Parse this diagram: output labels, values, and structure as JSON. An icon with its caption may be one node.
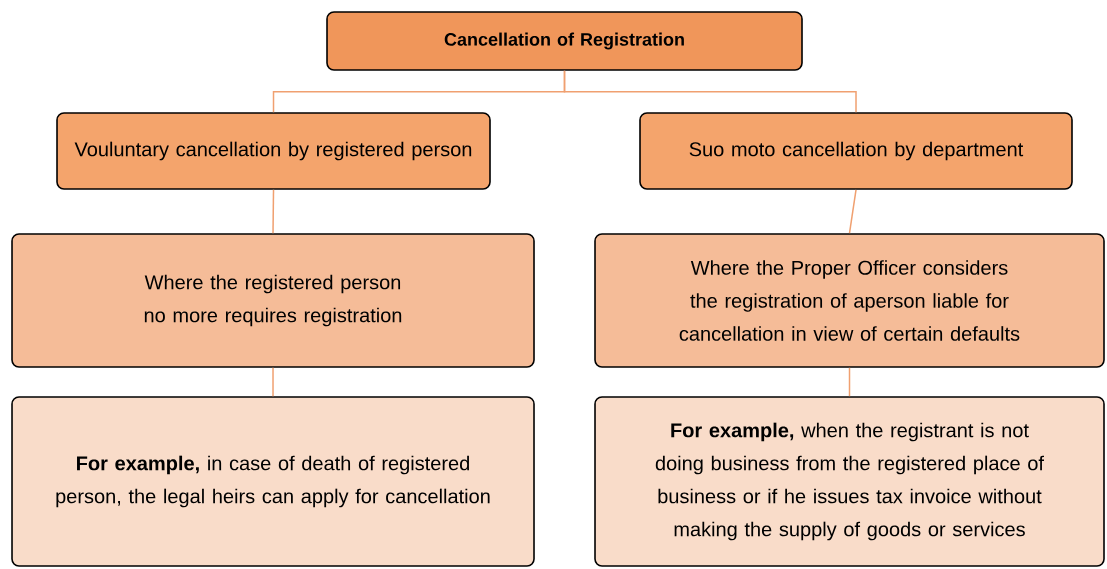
{
  "diagram": {
    "nodes": [
      {
        "text": [
          "Cancellation of Registration"
        ]
      },
      {
        "text": [
          "Vouluntary cancellation by registered person"
        ]
      },
      {
        "text": [
          "Suo moto cancellation by department"
        ]
      },
      {
        "text": [
          "Where the registered person no more requires registration"
        ]
      },
      {
        "text": [
          "Where the Proper Officer considers the registration of aperson liable for cancellation in view of certain defaults"
        ]
      },
      {
        "text": [
          "**For example,** in case of death of registered person, the legal heirs can apply for cancellation"
        ]
      },
      {
        "text": [
          "**For example,** when the registrant is not doing business from the registered place of business or if he issues tax invoice without making the supply of goods or services"
        ]
      }
    ],
    "edges": [
      {
        "from": 0,
        "to": 1,
        "arrow": "none"
      },
      {
        "from": 0,
        "to": 2,
        "arrow": "none"
      },
      {
        "from": 1,
        "to": 3,
        "arrow": "none"
      },
      {
        "from": 2,
        "to": 4,
        "arrow": "none"
      },
      {
        "from": 3,
        "to": 5,
        "arrow": "none"
      },
      {
        "from": 4,
        "to": 6,
        "arrow": "none"
      }
    ]
  }
}
